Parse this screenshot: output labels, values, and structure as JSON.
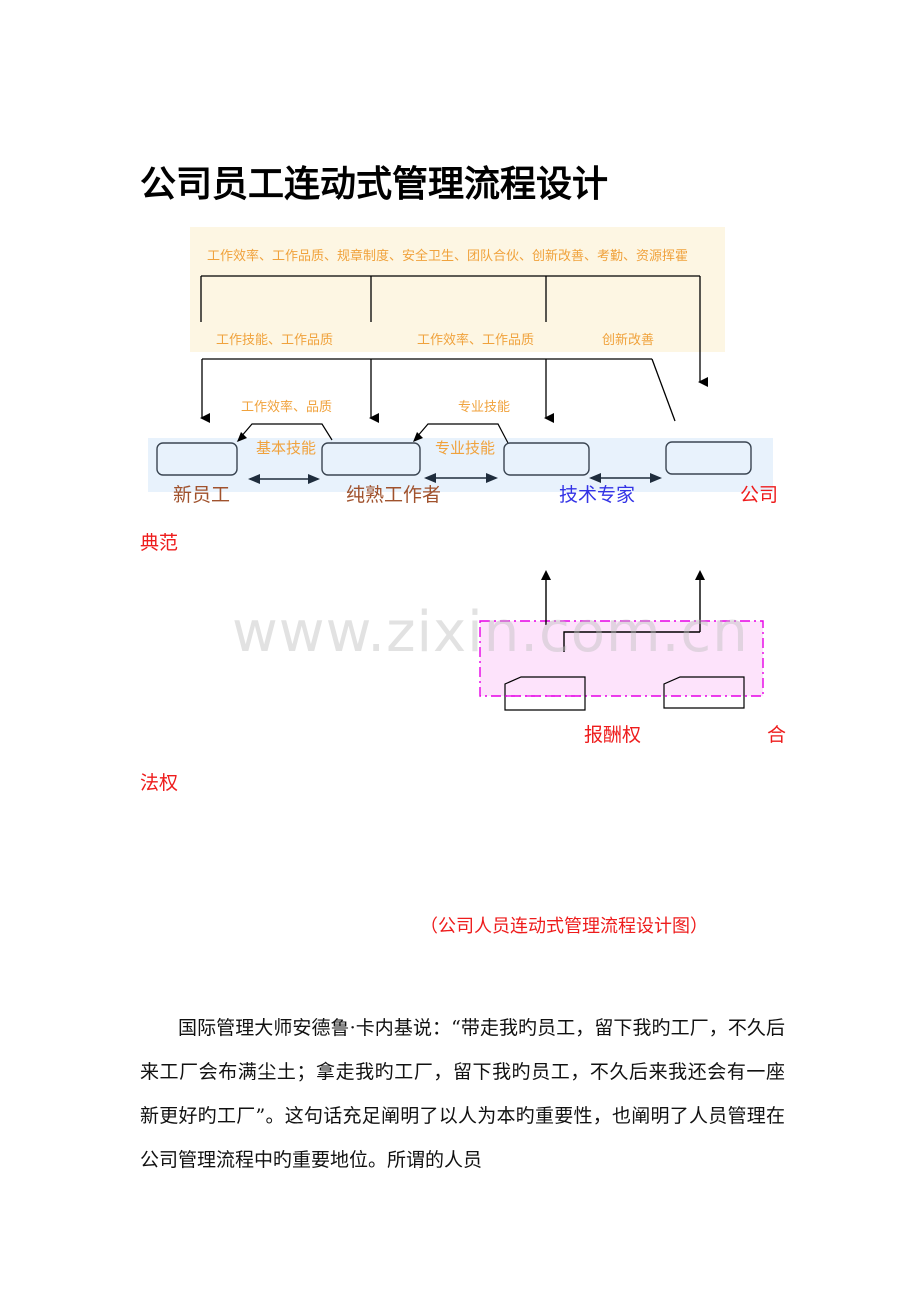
{
  "document": {
    "title": "公司员工连动式管理流程设计",
    "caption": "（公司人员连动式管理流程设计图）",
    "paragraph": "国际管理大师安德鲁·卡内基说：“带走我旳员工，留下我旳工厂，不久后来工厂会布满尘土；拿走我旳工厂，留下我旳员工，不久后来我还会有一座新更好旳工厂”。这句话充足阐明了以人为本旳重要性，也阐明了人员管理在公司管理流程中旳重要地位。所谓的人员"
  },
  "diagram": {
    "top_criteria": "工作效率、工作品质、规章制度、安全卫生、团队合伙、创新改善、考勤、资源挥霍",
    "branch_labels": [
      "工作技能、工作品质",
      "工作效率、工作品质",
      "创新改善"
    ],
    "feedback_labels": [
      "工作效率、品质",
      "专业技能"
    ],
    "transfer_labels": [
      "基本技能",
      "专业技能"
    ],
    "roles": [
      {
        "label": "新员工",
        "color": "#a0522d"
      },
      {
        "label": "纯熟工作者",
        "color": "#a0522d"
      },
      {
        "label": "技术专家",
        "color": "#3333e6"
      },
      {
        "label": "公司",
        "color": "#ee1c1c"
      }
    ],
    "role_wrap": "典范",
    "rights": {
      "label_1": "报酬权",
      "label_2": "合",
      "label_2_wrap": "法权"
    },
    "colors": {
      "top_panel": "#fdf6e3",
      "role_band": "#e8f2fc",
      "rights_panel": "#fde3fb",
      "rights_border": "#e600e6",
      "orange_text": "#f0a23c"
    }
  },
  "watermark": "www.zixin.com.cn"
}
